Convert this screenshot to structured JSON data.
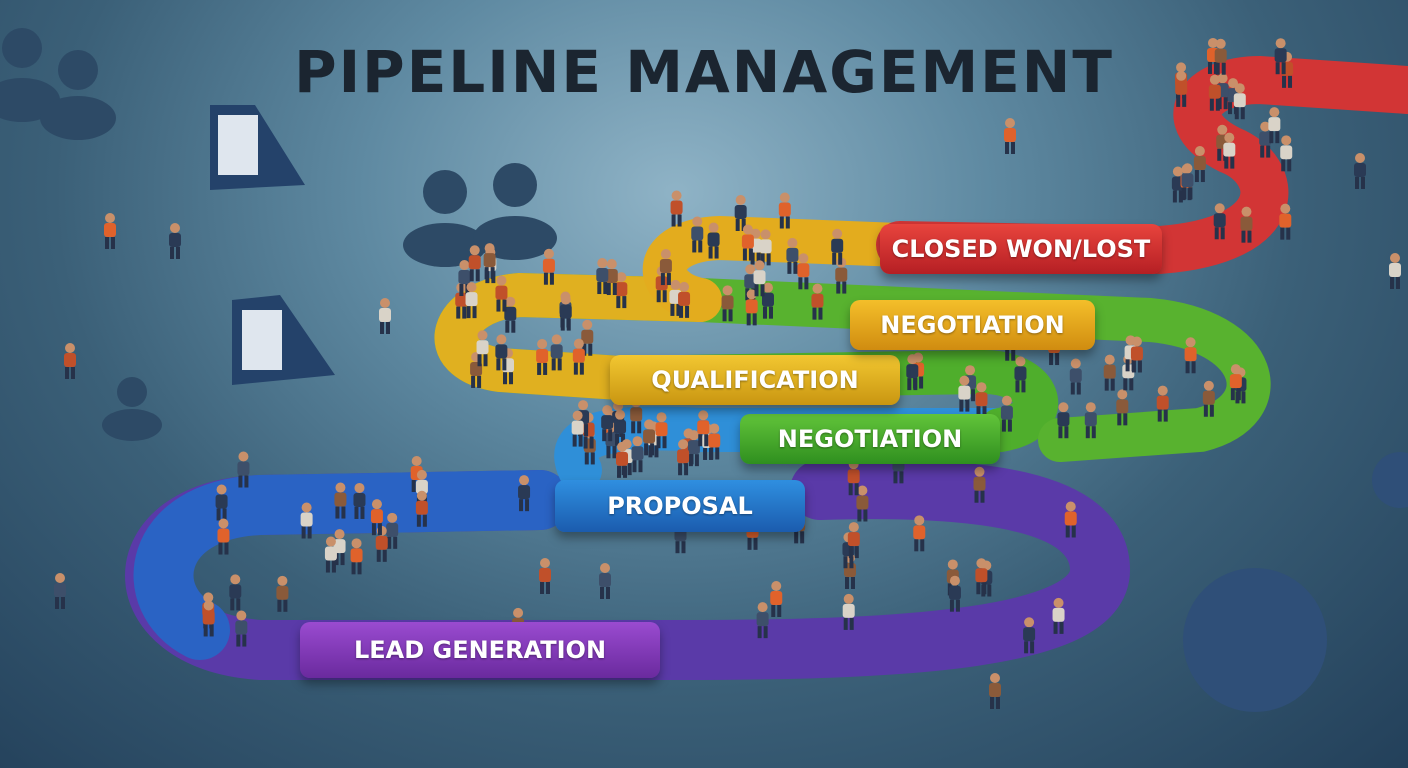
{
  "title": "PIPELINE MANAGEMENT",
  "stages": [
    {
      "label": "LEAD GENERATION",
      "color": "#7b34b4"
    },
    {
      "label": "PROPOSAL",
      "color": "#2474c8"
    },
    {
      "label": "NEGOTIATION",
      "color": "#48a82b"
    },
    {
      "label": "QUALIFICATION",
      "color": "#e0b020"
    },
    {
      "label": "NEGOTIATION",
      "color": "#e2a51c"
    },
    {
      "label": "CLOSED WON/LOST",
      "color": "#d2302f"
    }
  ]
}
